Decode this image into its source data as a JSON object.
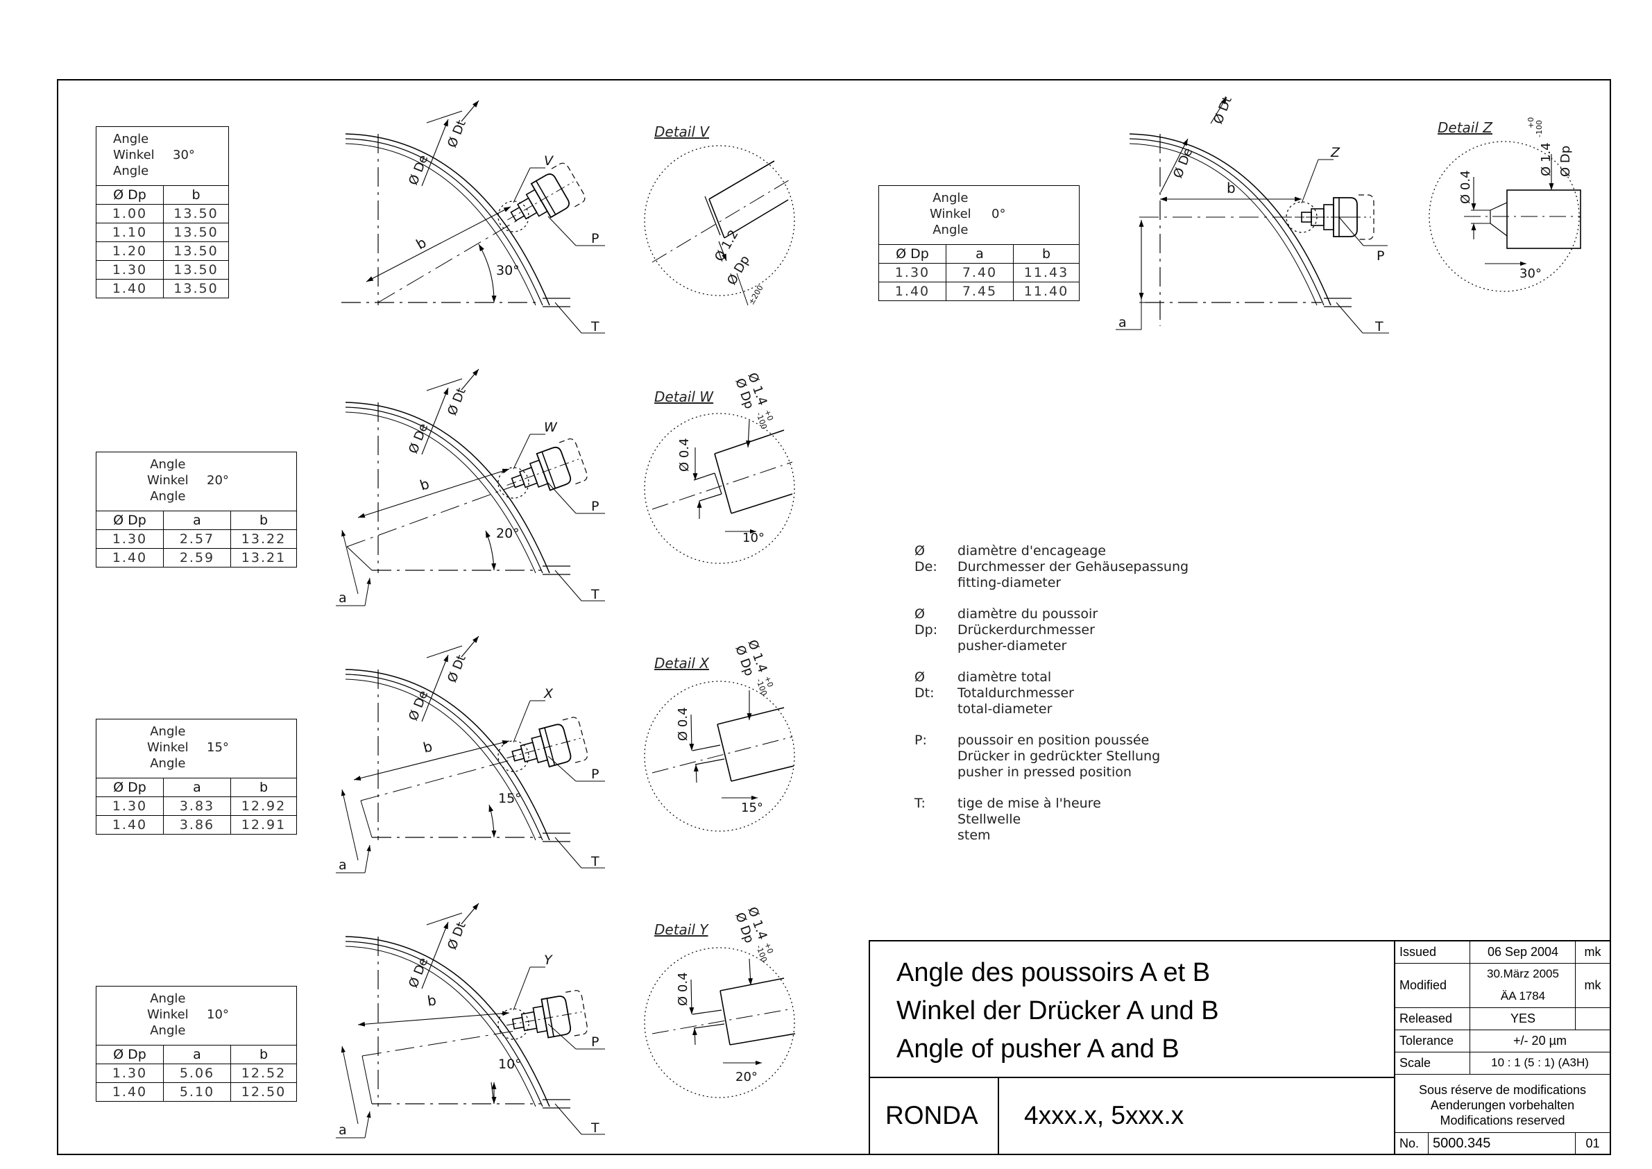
{
  "tables": [
    {
      "angle_lines": [
        "Angle",
        "Winkel",
        "Angle"
      ],
      "angle_value": "30°",
      "headers": [
        "Ø Dp",
        "b"
      ],
      "rows": [
        [
          "1.00",
          "13.50"
        ],
        [
          "1.10",
          "13.50"
        ],
        [
          "1.20",
          "13.50"
        ],
        [
          "1.30",
          "13.50"
        ],
        [
          "1.40",
          "13.50"
        ]
      ]
    },
    {
      "angle_lines": [
        "Angle",
        "Winkel",
        "Angle"
      ],
      "angle_value": "20°",
      "headers": [
        "Ø Dp",
        "a",
        "b"
      ],
      "rows": [
        [
          "1.30",
          "2.57",
          "13.22"
        ],
        [
          "1.40",
          "2.59",
          "13.21"
        ]
      ]
    },
    {
      "angle_lines": [
        "Angle",
        "Winkel",
        "Angle"
      ],
      "angle_value": "15°",
      "headers": [
        "Ø Dp",
        "a",
        "b"
      ],
      "rows": [
        [
          "1.30",
          "3.83",
          "12.92"
        ],
        [
          "1.40",
          "3.86",
          "12.91"
        ]
      ]
    },
    {
      "angle_lines": [
        "Angle",
        "Winkel",
        "Angle"
      ],
      "angle_value": "10°",
      "headers": [
        "Ø Dp",
        "a",
        "b"
      ],
      "rows": [
        [
          "1.30",
          "5.06",
          "12.52"
        ],
        [
          "1.40",
          "5.10",
          "12.50"
        ]
      ]
    },
    {
      "angle_lines": [
        "Angle",
        "Winkel",
        "Angle"
      ],
      "angle_value": "0°",
      "headers": [
        "Ø Dp",
        "a",
        "b"
      ],
      "rows": [
        [
          "1.30",
          "7.40",
          "11.43"
        ],
        [
          "1.40",
          "7.45",
          "11.40"
        ]
      ]
    }
  ],
  "views": [
    {
      "angle_label": "30°",
      "detail_letter": "V"
    },
    {
      "angle_label": "20°",
      "detail_letter": "W"
    },
    {
      "angle_label": "15°",
      "detail_letter": "X"
    },
    {
      "angle_label": "10°",
      "detail_letter": "Y"
    },
    {
      "angle_label": "",
      "detail_letter": "Z"
    }
  ],
  "labels": {
    "dt": "Ø Dt",
    "de": "Ø De",
    "dp": "Ø Dp",
    "b": "b",
    "a": "a",
    "p": "P",
    "t": "T",
    "d04": "Ø 0.4",
    "d14": "Ø 1.4",
    "d12": "Ø 1.2",
    "tol_plus": "+0",
    "tol_minus": "-100",
    "tol_12": "±200"
  },
  "details": [
    {
      "title": "Detail V",
      "angle": ""
    },
    {
      "title": "Detail W",
      "angle": "10°"
    },
    {
      "title": "Detail X",
      "angle": "15°"
    },
    {
      "title": "Detail Y",
      "angle": "20°"
    },
    {
      "title": "Detail Z",
      "angle": "30°"
    }
  ],
  "legend": [
    {
      "key": "Ø De:",
      "lines": [
        "diamètre d'encageage",
        "Durchmesser der Gehäusepassung",
        "fitting-diameter"
      ]
    },
    {
      "key": "Ø Dp:",
      "lines": [
        "diamètre du poussoir",
        "Drückerdurchmesser",
        "pusher-diameter"
      ]
    },
    {
      "key": "Ø Dt:",
      "lines": [
        "diamètre total",
        "Totaldurchmesser",
        "total-diameter"
      ]
    },
    {
      "key": "P:",
      "lines": [
        "poussoir en position poussée",
        "Drücker in gedrückter Stellung",
        "pusher in pressed position"
      ]
    },
    {
      "key": "T:",
      "lines": [
        "tige de mise à l'heure",
        "Stellwelle",
        "stem"
      ]
    }
  ],
  "title_block": {
    "title_fr": "Angle des poussoirs A et B",
    "title_de": "Winkel der Drücker A und B",
    "title_en": "Angle of pusher A and B",
    "brand": "RONDA",
    "models": "4xxx.x, 5xxx.x",
    "issued_label": "Issued",
    "issued_date": "06 Sep 2004",
    "issued_by": "mk",
    "modified_label": "Modified",
    "modified_date": "30.März 2005",
    "modified_ref": "ÄA 1784",
    "modified_by": "mk",
    "released_label": "Released",
    "released_value": "YES",
    "tolerance_label": "Tolerance",
    "tolerance_value": "+/- 20 µm",
    "scale_label": "Scale",
    "scale_value": "10 : 1 (5 : 1) (A3H)",
    "reserve_fr": "Sous réserve de modifications",
    "reserve_de": "Aenderungen vorbehalten",
    "reserve_en": "Modifications reserved",
    "no_label": "No.",
    "no_value": "5000.345",
    "revision": "01"
  }
}
